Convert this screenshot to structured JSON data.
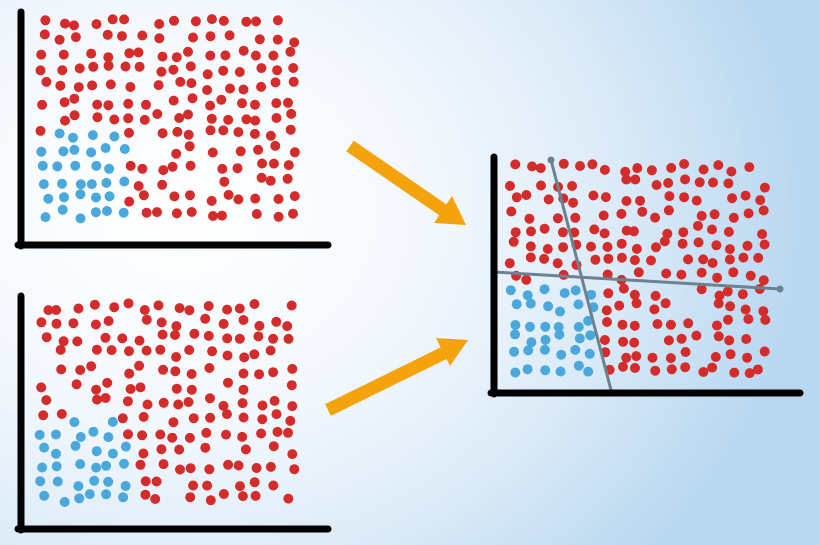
{
  "colors": {
    "background_center": "#ffffff",
    "background_edge": "#b9d8f0",
    "class_a_dot": "#d42b2b",
    "class_b_dot": "#4aa8dc",
    "axis": "#000000",
    "arrow": "#f5a30c",
    "split_line": "#6b8290"
  },
  "panels": [
    {
      "id": "panel-top-left",
      "description_role": "data-split-1",
      "split_direction": "vertical"
    },
    {
      "id": "panel-bottom-left",
      "description_role": "data-split-2",
      "split_direction": "horizontal"
    },
    {
      "id": "panel-right",
      "description_role": "combined-splits",
      "split_lines": 2
    }
  ],
  "icons": [
    "arrow-right-down-icon",
    "arrow-right-up-icon"
  ],
  "dot_classes": [
    "class-a",
    "class-b"
  ]
}
